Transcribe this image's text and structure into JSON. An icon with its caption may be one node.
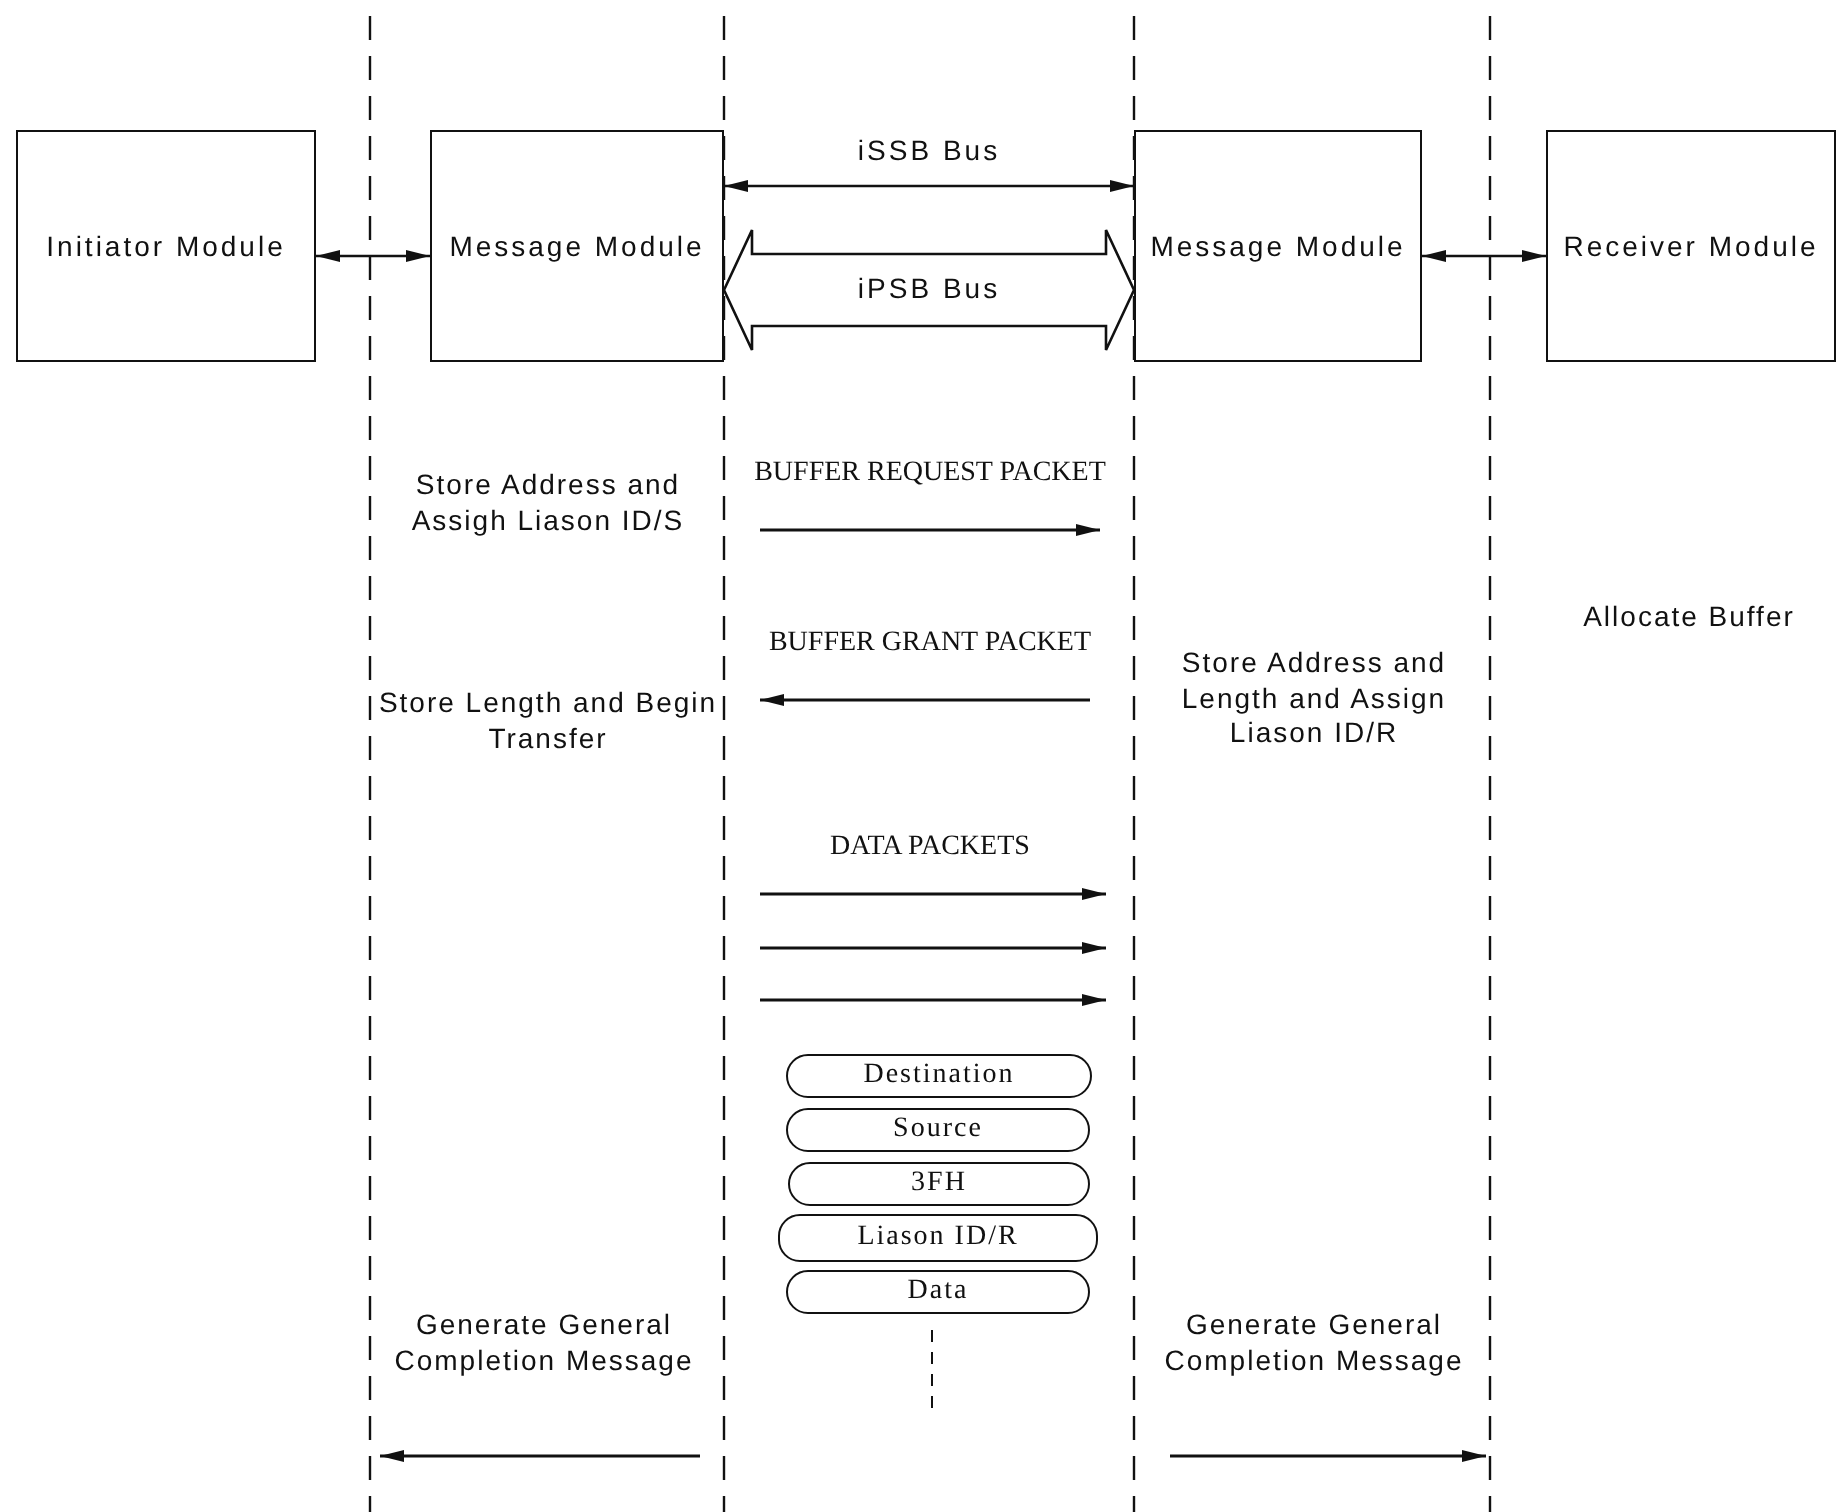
{
  "diagram": {
    "nodes": [
      {
        "text": [
          "Initiator Module"
        ]
      },
      {
        "text": [
          "Message Module"
        ]
      },
      {
        "text": [
          "Message Module"
        ]
      },
      {
        "text": [
          "Receiver Module"
        ]
      },
      {
        "text": [
          "Destination"
        ]
      },
      {
        "text": [
          "Source"
        ]
      },
      {
        "text": [
          "3FH"
        ]
      },
      {
        "text": [
          "Liason ID/R"
        ]
      },
      {
        "text": [
          "Data"
        ]
      }
    ],
    "edges": [
      {
        "from": 0,
        "to": 1,
        "arrow": "both"
      },
      {
        "from": 1,
        "to": 2,
        "arrow": "both",
        "label": "iSSB Bus"
      },
      {
        "from": 1,
        "to": 2,
        "arrow": "both",
        "label": "iPSB Bus",
        "style": "thick"
      },
      {
        "from": 2,
        "to": 3,
        "arrow": "both"
      }
    ],
    "labels": [
      "BUFFER REQUEST PACKET",
      "Store Address and Assigh Liason ID/S",
      "Allocate Buffer",
      "BUFFER GRANT PACKET",
      "Store Length and Begin Transfer",
      "Store Address and Length and Assign Liason ID/R",
      "DATA PACKETS",
      "Generate General Completion Message",
      "Generate General Completion Message"
    ]
  }
}
